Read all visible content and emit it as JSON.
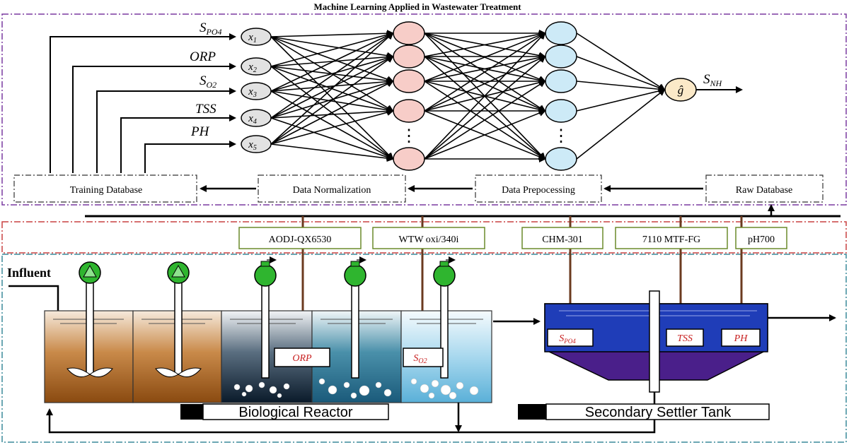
{
  "title": "Machine Learning Applied in Wastewater Treatment",
  "inputs": [
    {
      "name": "S",
      "sub": "PO4",
      "node": "x",
      "idx": "1"
    },
    {
      "name": "ORP",
      "sub": "",
      "node": "x",
      "idx": "2"
    },
    {
      "name": "S",
      "sub": "O2",
      "node": "x",
      "idx": "3"
    },
    {
      "name": "TSS",
      "sub": "",
      "node": "x",
      "idx": "4"
    },
    {
      "name": "PH",
      "sub": "",
      "node": "x",
      "idx": "5"
    }
  ],
  "output": {
    "node": "ĝ",
    "name": "S",
    "sub": "NH"
  },
  "hidden_ellipsis": "⋮",
  "pipeline": {
    "training": "Training Database",
    "normalization": "Data Normalization",
    "preprocessing": "Data Prepocessing",
    "raw": "Raw Database"
  },
  "instruments": [
    "AODJ-QX6530",
    "WTW oxi/340i",
    "CHM-301",
    "7110 MTF-FG",
    "pH700"
  ],
  "influent": "Influent",
  "reactor_sensors": [
    {
      "name": "ORP",
      "sub": ""
    },
    {
      "name": "S",
      "sub": "O2"
    }
  ],
  "settler_sensors": [
    {
      "name": "S",
      "sub": "PO4"
    },
    {
      "name": "TSS",
      "sub": ""
    },
    {
      "name": "PH",
      "sub": ""
    }
  ],
  "reactor_label": "Biological Reactor",
  "settler_label": "Secondary Settler Tank",
  "colors": {
    "purple_border": "#7a3aa0",
    "red_border": "#c84040",
    "teal_border": "#3a8a9a",
    "hidden1": "#f7cdc8",
    "hidden2": "#cdeaf7",
    "input_node": "#e2e2e2",
    "output_node": "#fbe9c8",
    "settler_blue": "#1f3db8",
    "settler_purple": "#4a1f8a",
    "pump_green": "#2fb52f",
    "sensor_red": "#c82020",
    "probe_brown": "#6b3a1f"
  }
}
